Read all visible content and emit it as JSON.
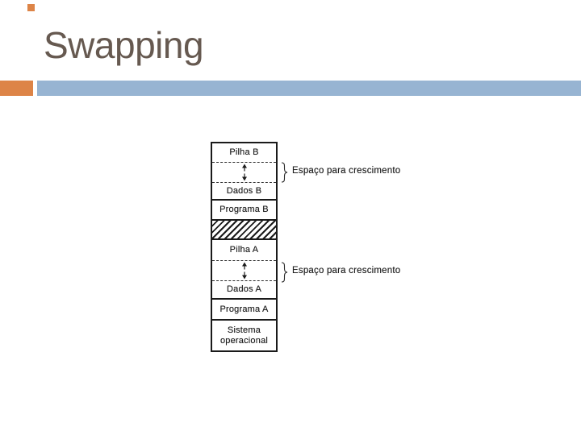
{
  "slide": {
    "title": "Swapping",
    "theme": {
      "title_color": "#665950",
      "accent_orange": "#dd8447",
      "accent_blue": "#97b4d2",
      "diagram_ink": "#1f1f1f"
    }
  },
  "diagram": {
    "memory_column": {
      "segments": [
        {
          "id": "pilha-b",
          "label": "Pilha B",
          "kind": "box"
        },
        {
          "id": "growth-b",
          "label": "",
          "kind": "growth-space"
        },
        {
          "id": "dados-b",
          "label": "Dados B",
          "kind": "box"
        },
        {
          "id": "programa-b",
          "label": "Programa B",
          "kind": "box"
        },
        {
          "id": "unused",
          "label": "",
          "kind": "hatched"
        },
        {
          "id": "pilha-a",
          "label": "Pilha A",
          "kind": "box"
        },
        {
          "id": "growth-a",
          "label": "",
          "kind": "growth-space"
        },
        {
          "id": "dados-a",
          "label": "Dados A",
          "kind": "box"
        },
        {
          "id": "programa-a",
          "label": "Programa A",
          "kind": "box"
        },
        {
          "id": "sistema",
          "label": "Sistema operacional",
          "kind": "box"
        }
      ]
    },
    "annotations": [
      {
        "text": "Espaço para crescimento"
      },
      {
        "text": "Espaço para crescimento"
      }
    ]
  }
}
